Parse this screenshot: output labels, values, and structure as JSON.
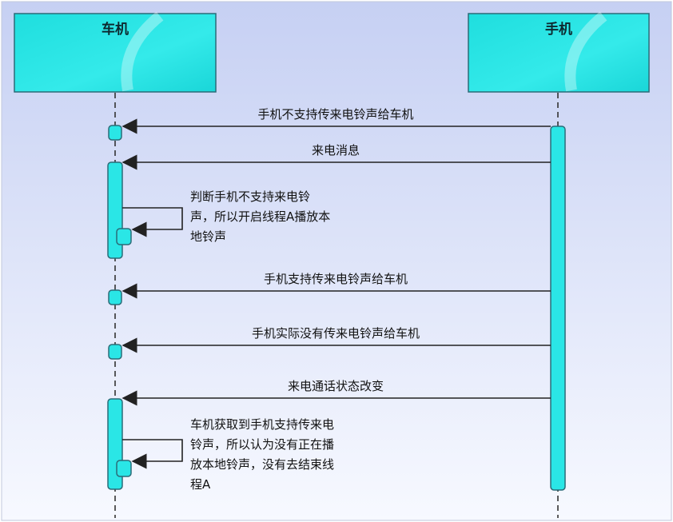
{
  "lifelines": {
    "car": {
      "title": "车机"
    },
    "phone": {
      "title": "手机"
    }
  },
  "messages": {
    "m1": "手机不支持传来电铃声给车机",
    "m2": "来电消息",
    "self1": [
      "判断手机不支持来电铃",
      "声，所以开启线程A播放本",
      "地铃声"
    ],
    "m3": "手机支持传来电铃声给车机",
    "m4": "手机实际没有传来电铃声给车机",
    "m5": "来电通话状态改变",
    "self2": [
      "车机获取到手机支持传来电",
      "铃声，所以认为没有正在播",
      "放本地铃声，没有去结束线",
      "程A"
    ]
  },
  "colors": {
    "box": "#22e4e4",
    "box_border": "#2b6c78",
    "line": "#222222",
    "background_top": "#c9d3f6",
    "background_bottom": "#f7f9ff"
  }
}
